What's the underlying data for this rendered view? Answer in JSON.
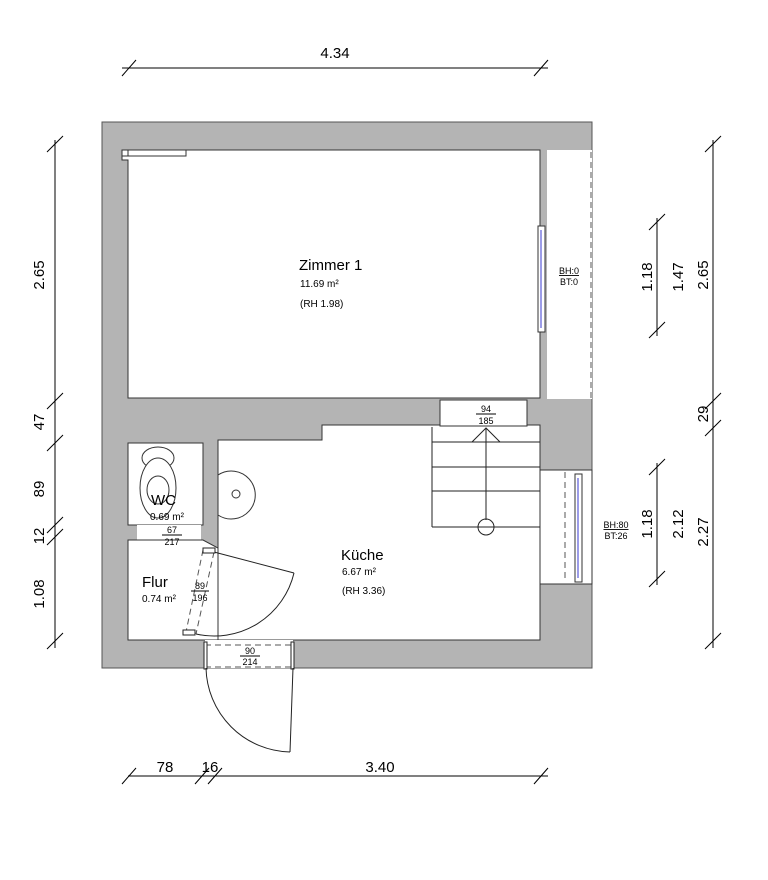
{
  "colors": {
    "wall": "#b4b4b4",
    "glass": "#3a3ad0"
  },
  "rooms": {
    "zimmer": {
      "name": "Zimmer 1",
      "area": "11.69 m²",
      "height": "(RH 1.98)"
    },
    "kueche": {
      "name": "Küche",
      "area": "6.67 m²",
      "height": "(RH 3.36)"
    },
    "wc": {
      "name": "WC",
      "area": "0.69 m²"
    },
    "flur": {
      "name": "Flur",
      "area": "0.74 m²"
    }
  },
  "openings": {
    "wc_door": {
      "width": "67",
      "height": "217"
    },
    "flur_door": {
      "width": "89",
      "height": "196"
    },
    "entry_door": {
      "width": "90",
      "height": "214"
    },
    "stair_opening": {
      "width": "94",
      "height": "185"
    },
    "window_top": {
      "bh": "BH:0",
      "bt": "BT:0"
    },
    "window_bottom": {
      "bh": "BH:80",
      "bt": "BT:26"
    }
  },
  "dimensions": {
    "top": "4.34",
    "left": [
      "2.65",
      "47",
      "89",
      "12",
      "1.08"
    ],
    "right_inner": [
      "1.18",
      "1.18"
    ],
    "right_mid": [
      "1.47",
      "2.12"
    ],
    "right_outer": [
      "2.65",
      "29",
      "2.27"
    ],
    "bottom": [
      "78",
      "16",
      "3.40"
    ]
  }
}
